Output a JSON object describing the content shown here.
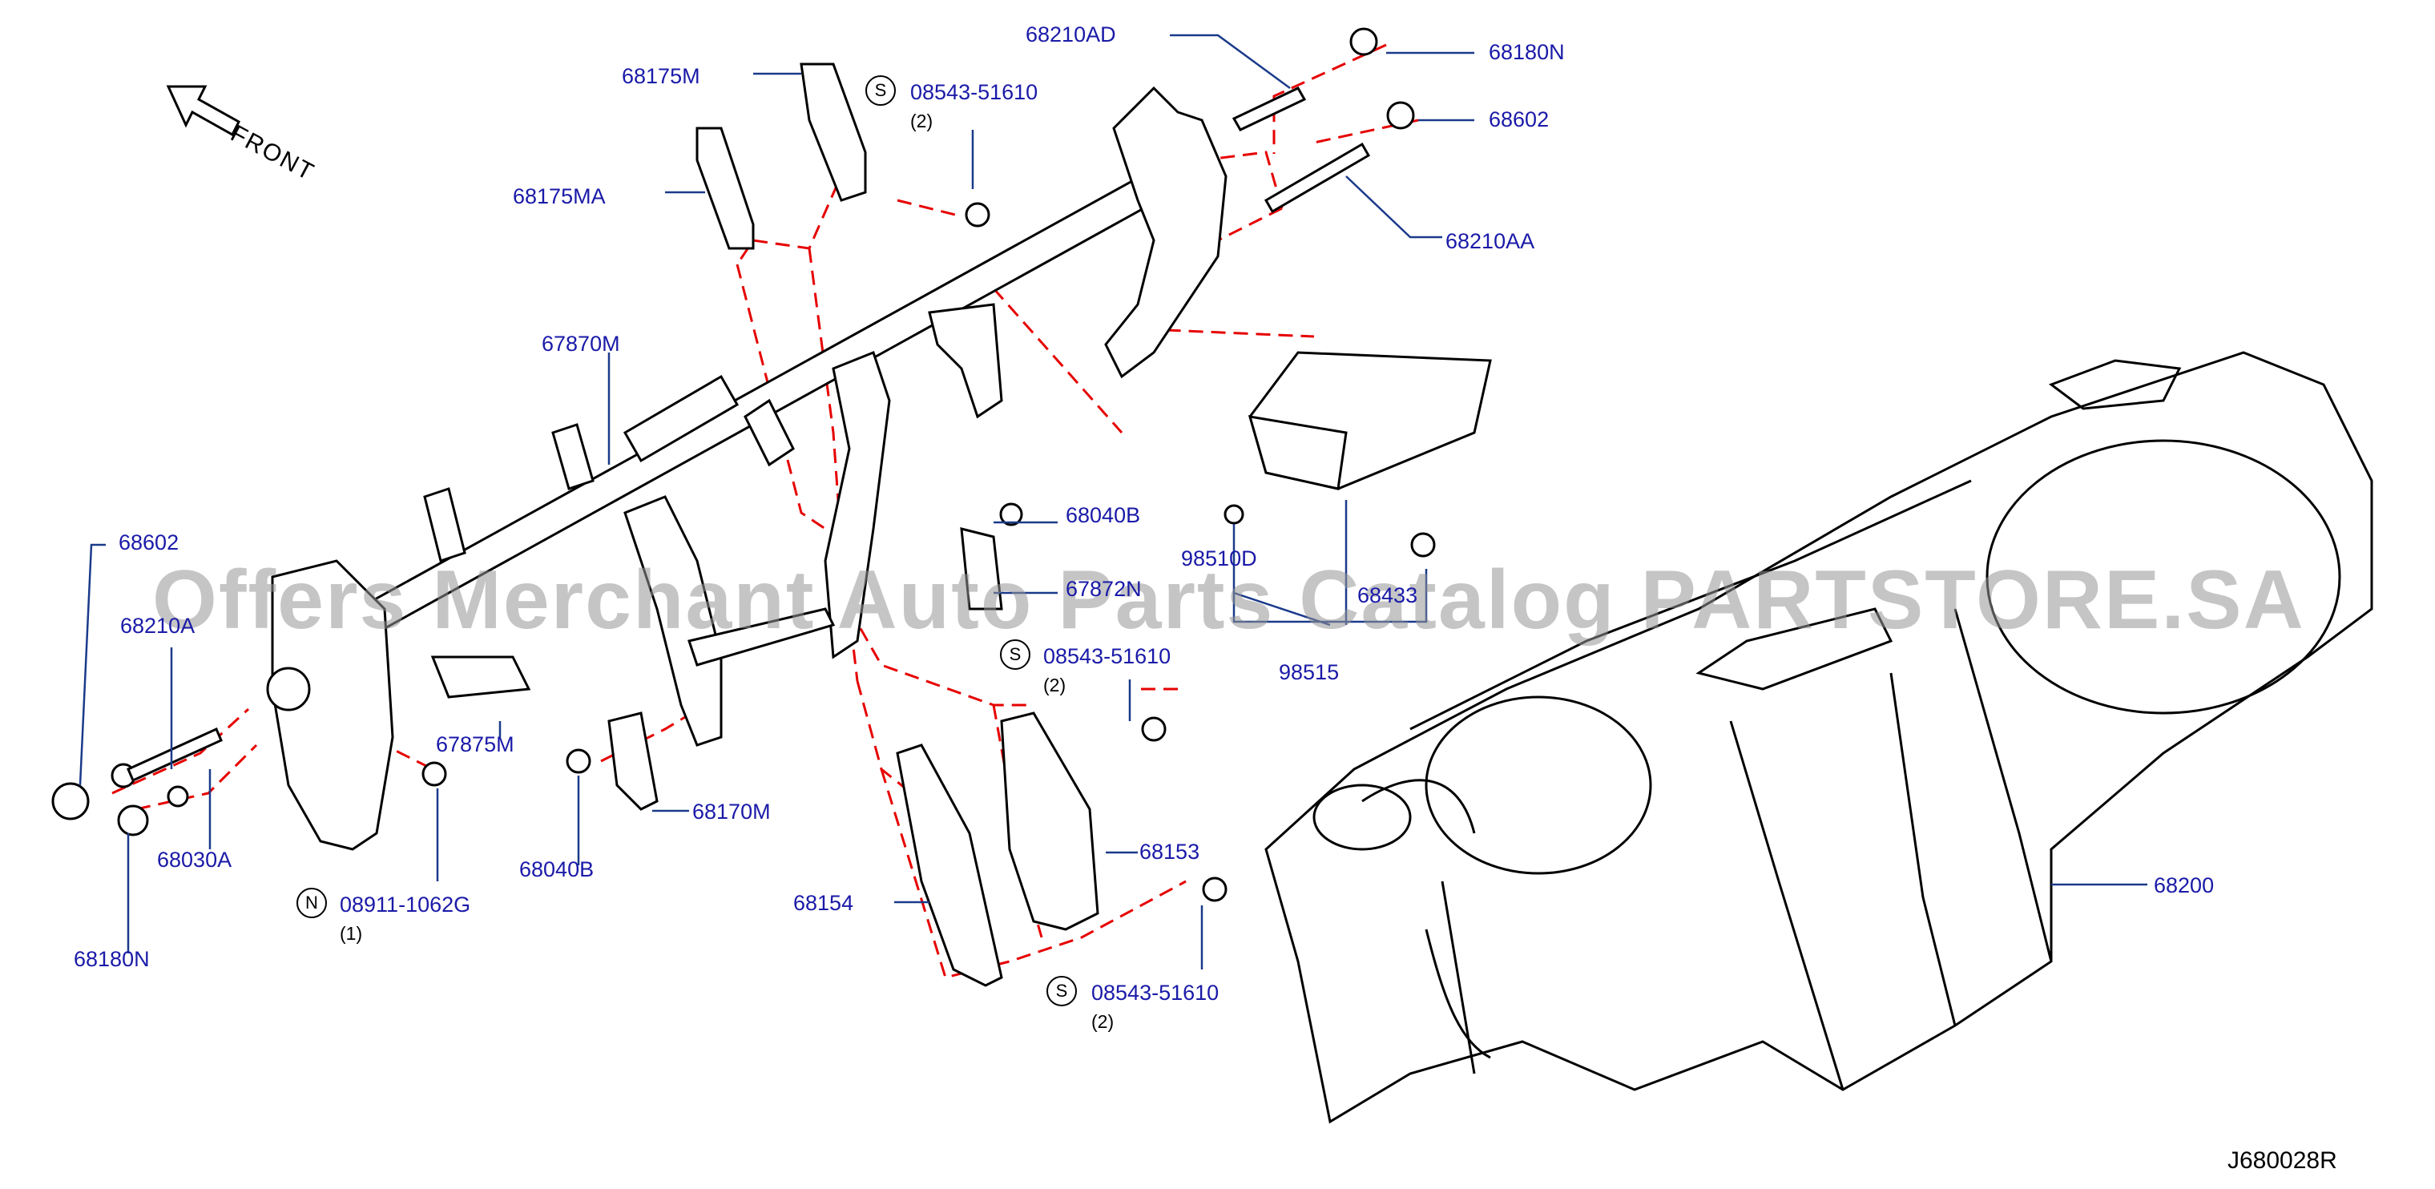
{
  "diagram": {
    "labels": {
      "p68210AD": "68210AD",
      "p68180N_top": "68180N",
      "p68602_top": "68602",
      "p68210AA": "68210AA",
      "p68175M": "68175M",
      "p68175MA": "68175MA",
      "p67870M": "67870M",
      "p68602_left": "68602",
      "p68210A_left": "68210A",
      "p68030A": "68030A",
      "p68180N_left": "68180N",
      "p67875M": "67875M",
      "p08911": "08911-1062G",
      "p08911_qty": "(1)",
      "p68040B_low": "68040B",
      "p68170M": "68170M",
      "p68040B_up": "68040B",
      "p67872N": "67872N",
      "p08543_top": "08543-51610",
      "p08543_top_qty": "(2)",
      "p08543_mid": "08543-51610",
      "p08543_mid_qty": "(2)",
      "p08543_low": "08543-51610",
      "p08543_low_qty": "(2)",
      "p68153": "68153",
      "p68154": "68154",
      "p98510D": "98510D",
      "p68433": "68433",
      "p98515": "98515",
      "p68200": "68200"
    },
    "symbols": {
      "screw": "S",
      "nut": "N"
    },
    "front_label": "FRONT",
    "diagram_code": "J680028R",
    "watermark": "Offers Merchant Auto Parts Catalog PARTSTORE.SA",
    "colors": {
      "label": "#1a1aa8",
      "leader": "#1a3a8a",
      "dash": "#e60000",
      "line": "#000000"
    }
  }
}
